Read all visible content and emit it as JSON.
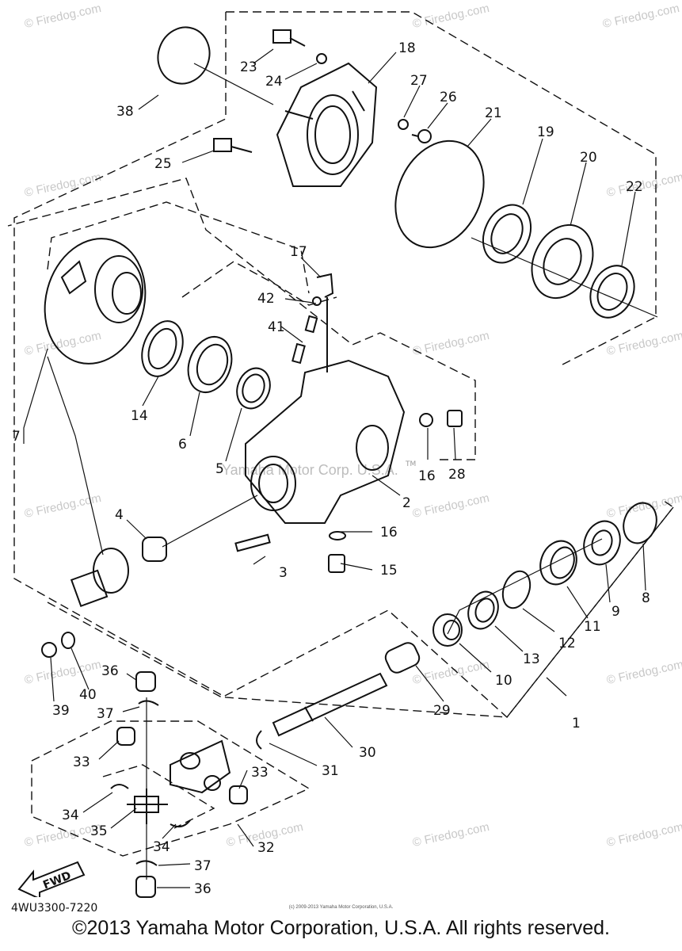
{
  "diagram": {
    "code": "4WU3300-7220",
    "fwd_label": "FWD",
    "center_watermark": "Yamaha Motor Corp. U.S.A.",
    "watermark": "© Firedog.com",
    "tm": "TM",
    "small_copyright": "(c) 2009-2013 Yamaha Motor Corporation, U.S.A.",
    "copyright": "©2013 Yamaha Motor Corporation, U.S.A. All rights reserved."
  },
  "callouts": [
    "1",
    "2",
    "3",
    "4",
    "5",
    "6",
    "7",
    "8",
    "9",
    "10",
    "11",
    "12",
    "13",
    "14",
    "15",
    "16",
    "16",
    "17",
    "18",
    "19",
    "20",
    "21",
    "22",
    "23",
    "24",
    "25",
    "26",
    "27",
    "28",
    "29",
    "30",
    "31",
    "32",
    "33",
    "33",
    "34",
    "34",
    "35",
    "36",
    "36",
    "37",
    "37",
    "38",
    "39",
    "40",
    "41",
    "42"
  ],
  "colors": {
    "ink": "#111111",
    "watermark": "#c8c8c8"
  }
}
